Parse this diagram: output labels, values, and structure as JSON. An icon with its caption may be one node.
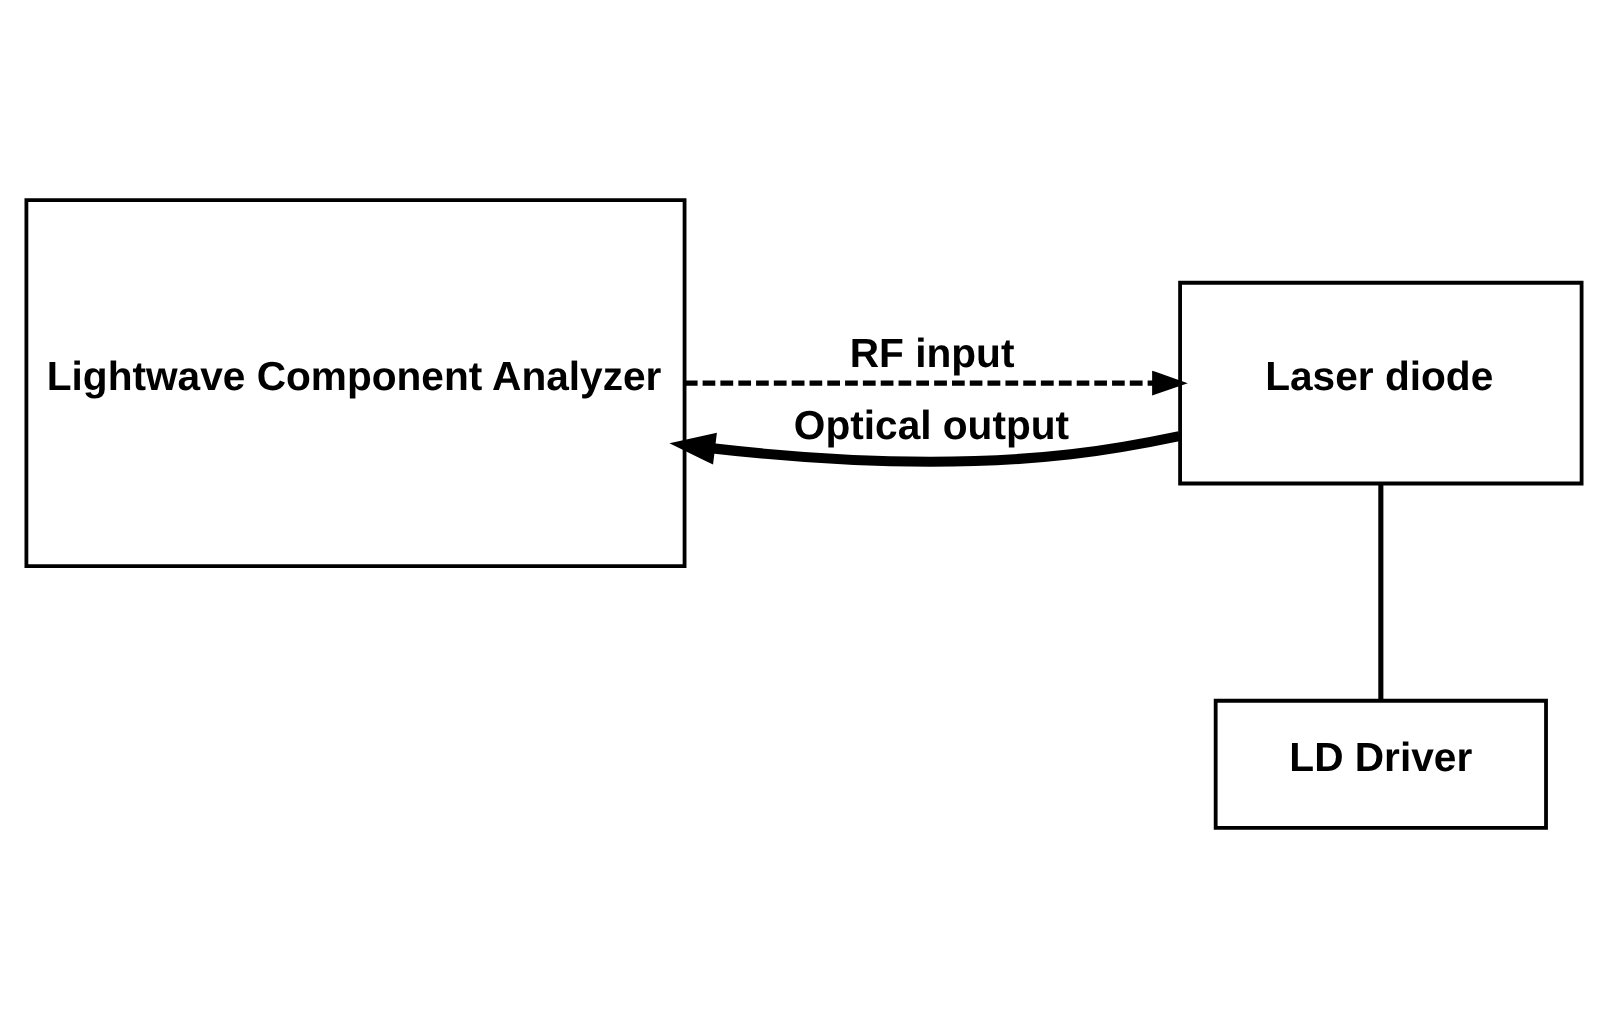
{
  "diagram": {
    "nodes": [
      {
        "text": [
          "Lightwave Component Analyzer"
        ]
      },
      {
        "text": [
          "LD Driver"
        ]
      },
      {
        "text": [
          "Laser diode"
        ]
      }
    ],
    "edges": [
      {
        "from": 0,
        "to": 2,
        "arrow": "to",
        "label": "RF input",
        "style": "dashed"
      },
      {
        "from": 1,
        "to": 2,
        "arrow": "none"
      },
      {
        "from": 2,
        "to": 0,
        "arrow": "to",
        "label": "Optical output",
        "style": "thick"
      }
    ]
  }
}
